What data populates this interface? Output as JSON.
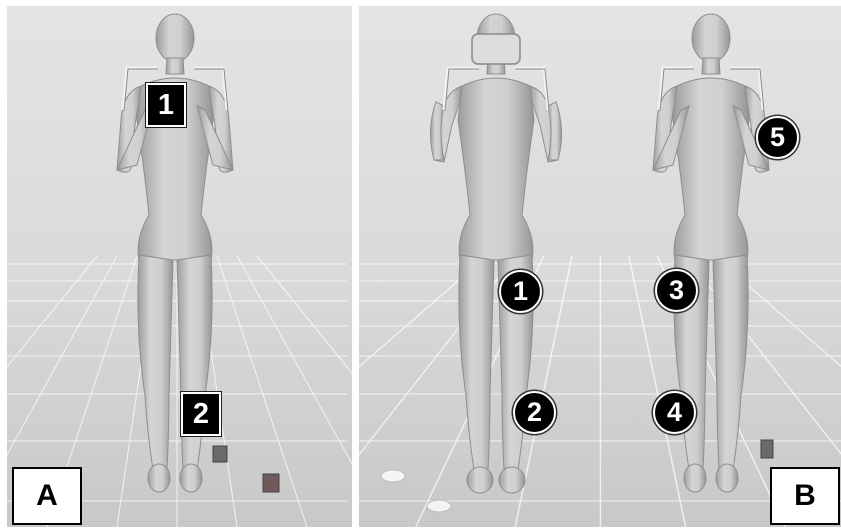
{
  "panels": {
    "left": {
      "label": "A"
    },
    "right": {
      "label": "B"
    }
  },
  "markers": {
    "a1": "1",
    "a2": "2",
    "b1": "1",
    "b2": "2",
    "b3": "3",
    "b4": "4",
    "b5": "5"
  },
  "colors": {
    "background_top": "#e2e2e2",
    "background_bottom": "#cbcbcb",
    "figure": "#bdbdbd",
    "marker_fill": "#000000",
    "marker_text": "#ffffff"
  }
}
